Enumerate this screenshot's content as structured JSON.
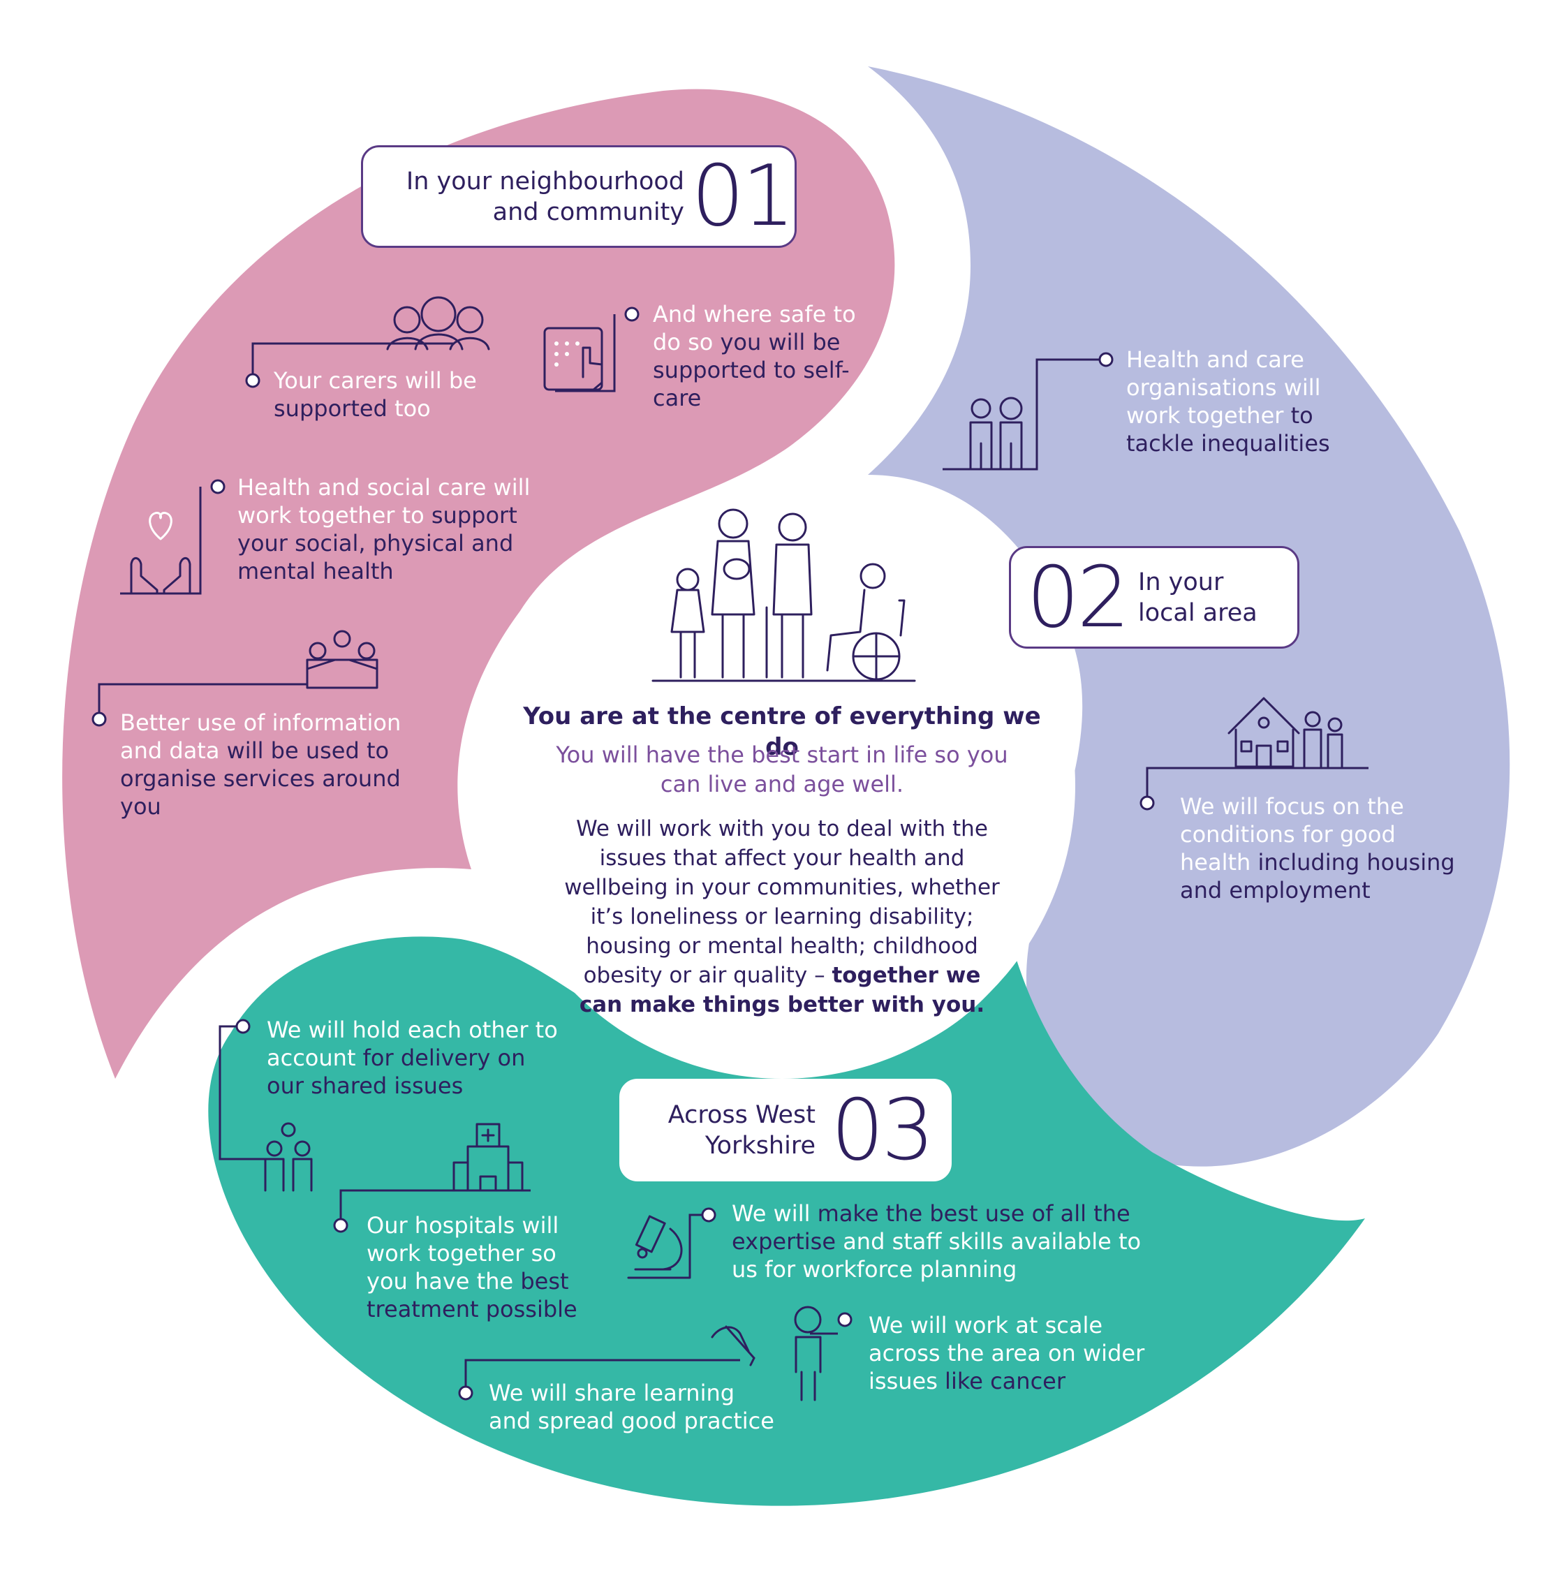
{
  "colors": {
    "pink": "#dc9ab5",
    "lavender": "#b7bcdf",
    "teal": "#35b8a6",
    "ink": "#2e1f5e",
    "accent_purple": "#7b4f9c",
    "white": "#ffffff"
  },
  "center": {
    "illustration": "family-group-illustration",
    "heading": "You are at the centre of everything we do",
    "subheading": "You will have the best start in life so you can live and age well.",
    "body": "We will work with you to deal with the issues that affect your health and wellbeing in your communities, whether it’s loneliness or learning disability; housing or mental health; childhood obesity or air quality –",
    "body_strong": "together we can make things better with you."
  },
  "sections": [
    {
      "number": "01",
      "title_line1": "In your neighbourhood",
      "title_line2": "and community",
      "color": "pink",
      "items": [
        {
          "icon": "carers-group-icon",
          "light": "Your carers will be",
          "strong": "supported",
          "tail": "too"
        },
        {
          "icon": "tablet-touch-icon",
          "light": "And where safe to do so",
          "strong": "you will be supported to self-care",
          "tail": ""
        },
        {
          "icon": "heart-hands-icon",
          "light": "Health and social care will work together to",
          "strong": "support your social, physical and mental health",
          "tail": ""
        },
        {
          "icon": "meeting-table-icon",
          "light": "Better use of information and data",
          "strong": "will be used to organise services around you",
          "tail": ""
        }
      ]
    },
    {
      "number": "02",
      "title_line1": "In your",
      "title_line2": "local area",
      "color": "lavender",
      "items": [
        {
          "icon": "two-people-icon",
          "light": "Health and care organisations will work together",
          "strong": "to tackle inequalities",
          "tail": ""
        },
        {
          "icon": "house-family-icon",
          "light": "We will focus on the conditions for good health",
          "strong": "including housing and employment",
          "tail": ""
        }
      ]
    },
    {
      "number": "03",
      "title_line1": "Across West",
      "title_line2": "Yorkshire",
      "color": "teal",
      "items": [
        {
          "icon": "adults-child-icon",
          "light": "We will hold each other to account",
          "strong": "for delivery on our shared issues",
          "tail": ""
        },
        {
          "icon": "hospital-icon",
          "light": "Our hospitals will work together so you have the",
          "strong": "best treatment possible",
          "tail": ""
        },
        {
          "icon": "microscope-icon",
          "light": "We will",
          "strong": "make the best use of all the expertise",
          "tail": "and staff skills available to us for workforce planning"
        },
        {
          "icon": "person-icon",
          "light": "We will work at scale across the area on wider issues",
          "strong": "like cancer",
          "tail": ""
        },
        {
          "icon": "writing-hand-icon",
          "light": "We will share learning and spread good practice",
          "strong": "",
          "tail": ""
        }
      ]
    }
  ]
}
